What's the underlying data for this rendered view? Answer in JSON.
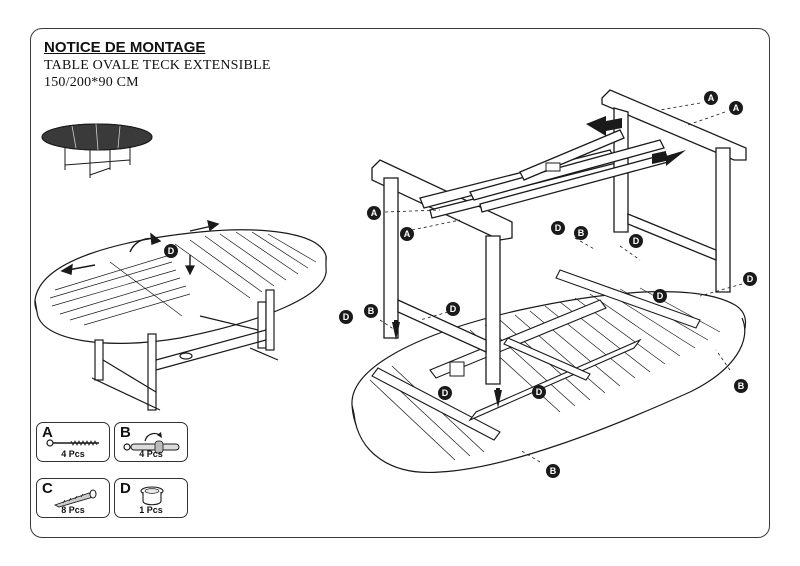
{
  "header": {
    "title": "NOTICE DE MONTAGE",
    "subtitle_line1": "TABLE OVALE TECK EXTENSIBLE",
    "subtitle_line2": "150/200*90 CM"
  },
  "parts": [
    {
      "letter": "A",
      "quantity": "4 Pcs",
      "icon": "long-bolt-icon"
    },
    {
      "letter": "B",
      "quantity": "4 Pcs",
      "icon": "barrel-nut-allen-key-icon"
    },
    {
      "letter": "C",
      "quantity": "8 Pcs",
      "icon": "wood-screw-icon"
    },
    {
      "letter": "D",
      "quantity": "1 Pcs",
      "icon": "parasol-cap-icon"
    }
  ],
  "callouts": {
    "a": "A",
    "b": "B",
    "d": "D"
  },
  "colors": {
    "line": "#1a1a1a",
    "frame": "#3a3a3a",
    "background": "#ffffff"
  }
}
